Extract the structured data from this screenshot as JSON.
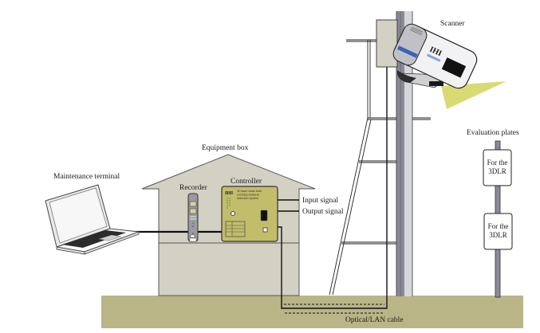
{
  "labels": {
    "scanner": "Scanner",
    "equipment_box": "Equipment box",
    "recorder": "Recorder",
    "controller": "Controller",
    "maintenance_terminal": "Maintenance terminal",
    "input_signal": "Input signal",
    "output_signal": "Output signal",
    "evaluation_plates": "Evaluation plates",
    "cable": "Optical/LAN cable"
  },
  "controller_panel": {
    "brand": "IHI",
    "line1": "3D laser radar level",
    "line2": "crossing obstacle",
    "line3": "detection system"
  },
  "scanner_device": {
    "brand": "IHI"
  },
  "plates": [
    {
      "line1": "For the",
      "line2": "3DLR"
    },
    {
      "line1": "For the",
      "line2": "3DLR"
    }
  ],
  "colors": {
    "ground": "#b9b586",
    "house": "#d3d1c4",
    "controller": "#c2bd6b",
    "beam": "#d8da74",
    "pole_dark": "#8a8a96",
    "pole_light": "#d6d7dc",
    "brand_blue": "#2a4f9e"
  }
}
